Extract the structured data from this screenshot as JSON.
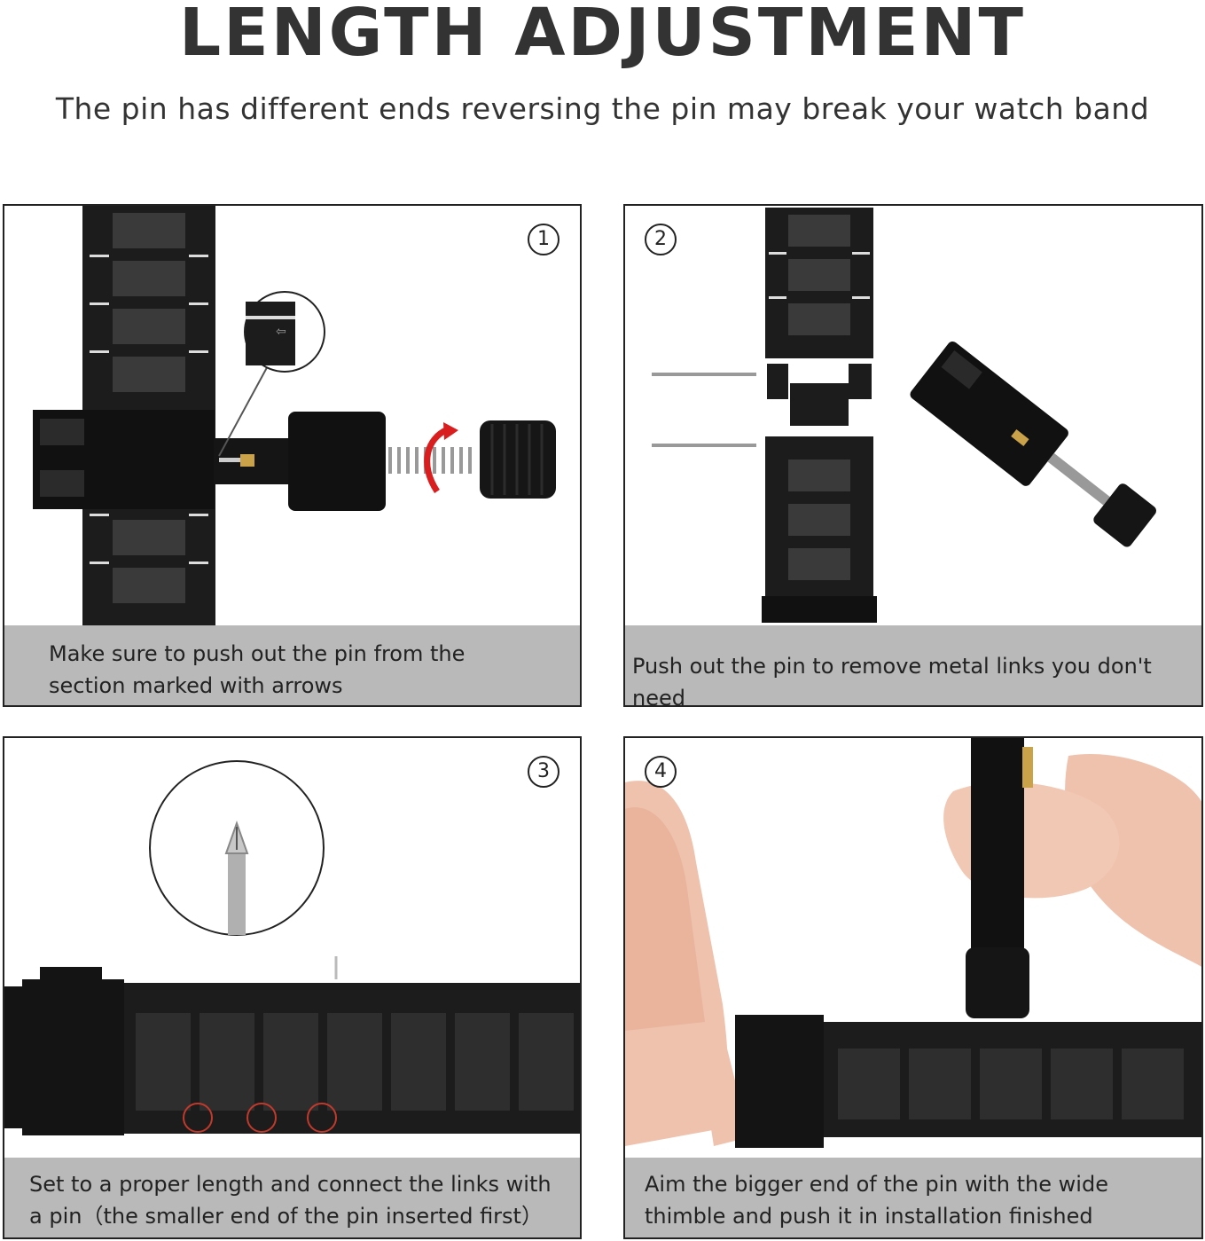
{
  "header": {
    "title": "LENGTH ADJUSTMENT",
    "subtitle": "The pin has different ends reversing the pin may break your watch band"
  },
  "steps": [
    {
      "number": "1",
      "caption": "Make sure to push out the pin from the section marked with arrows"
    },
    {
      "number": "2",
      "caption": "Push out the pin to remove metal links you don't need"
    },
    {
      "number": "3",
      "caption": "Set to a proper length and connect the links with a pin（the smaller end of the pin inserted first）"
    },
    {
      "number": "4",
      "caption": "Aim the bigger end of the pin with the wide thimble and push it in installation finished"
    }
  ],
  "colors": {
    "band": "#1c1c1c",
    "caption_bg": "#b9b9b9",
    "arrow": "#d81e1e",
    "brass": "#c9a24a"
  }
}
